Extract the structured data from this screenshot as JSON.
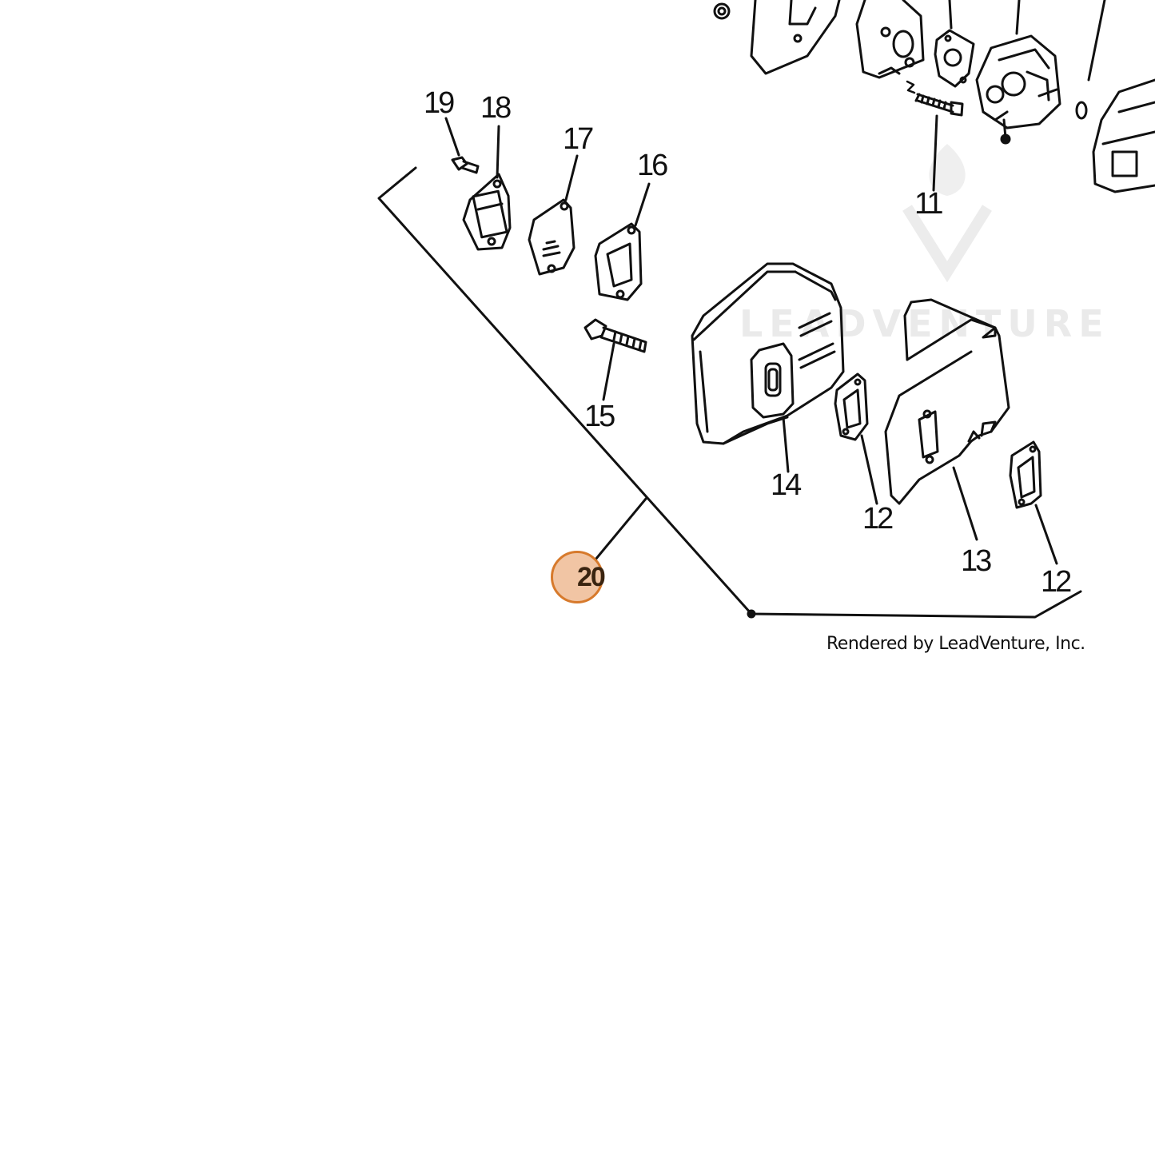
{
  "diagram": {
    "callouts": [
      "19",
      "18",
      "17",
      "16",
      "15",
      "14",
      "13",
      "12",
      "12",
      "11"
    ],
    "hotspot_label": "20",
    "credit": "Rendered by LeadVenture, Inc.",
    "watermark": "LEADVENTURE"
  },
  "colors": {
    "line": "#111111",
    "hotspot_fill": "#e6965a",
    "hotspot_border": "#d77a2c",
    "watermark": "#eaeaea"
  },
  "icons": [
    "leadventure-logo-icon"
  ]
}
